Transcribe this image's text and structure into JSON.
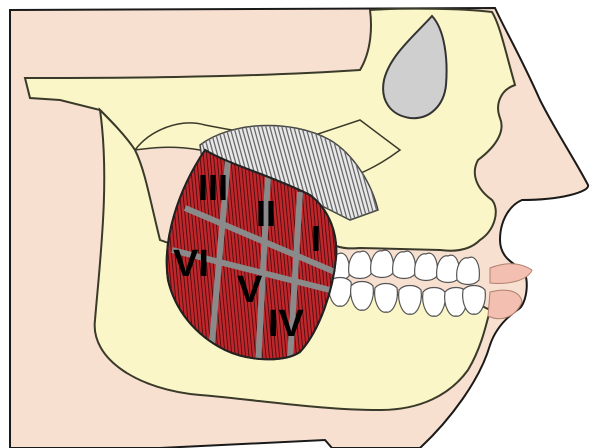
{
  "figure": {
    "labels": {
      "I": "I",
      "II": "II",
      "III": "III",
      "IV": "IV",
      "V": "V",
      "VI": "VI"
    },
    "colors": {
      "skin": "#f8e0d0",
      "skin_outline": "#1a1a1a",
      "bone": "#fbf6c8",
      "bone_outline": "#3a3a2a",
      "orbit": "#cfcfcf",
      "muscle": "#c0272d",
      "muscle_striation": "#3b0a0a",
      "muscle_divider": "#8a8a8a",
      "tendon": "#e8e8e8",
      "tendon_line": "#6a6a6a",
      "teeth": "#ffffff",
      "lips": "#f3bfb0"
    },
    "elements": [
      "skin-profile",
      "skull-bone",
      "orbit",
      "zygomatic-arch",
      "mandible",
      "masseter-tendon",
      "masseter-muscle",
      "teeth",
      "lips"
    ]
  }
}
